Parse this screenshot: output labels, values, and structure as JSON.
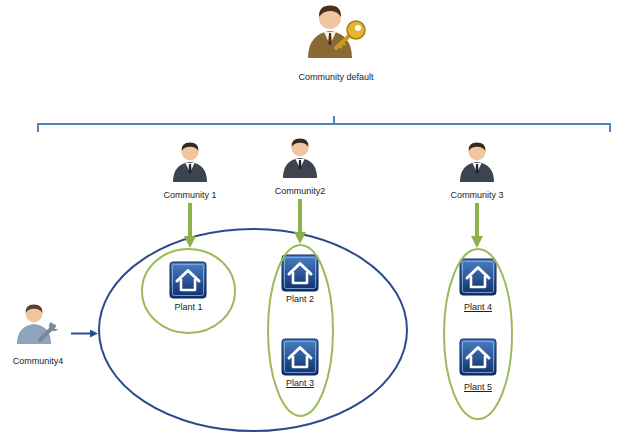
{
  "diagram": {
    "nodes": [
      {
        "text": [
          "Community default"
        ]
      },
      {
        "text": [
          "Community 1"
        ]
      },
      {
        "text": [
          "Community2"
        ]
      },
      {
        "text": [
          "Community 3"
        ]
      },
      {
        "text": []
      },
      {
        "text": [
          "Plant 1"
        ],
        "in": 4
      },
      {
        "text": [],
        "in": 4
      },
      {
        "text": [
          "Plant 2"
        ],
        "in": 6
      },
      {
        "text": [
          "Plant 3"
        ],
        "in": 6
      },
      {
        "text": []
      },
      {
        "text": [
          "Plant 4"
        ],
        "in": 9
      },
      {
        "text": [
          "Plant 5"
        ],
        "in": 9
      },
      {
        "text": [
          "Community4"
        ]
      }
    ],
    "edges": [
      {
        "from": 1,
        "to": 5,
        "arrow": "to"
      },
      {
        "from": 2,
        "to": 6,
        "arrow": "to"
      },
      {
        "from": 3,
        "to": 9,
        "arrow": "to"
      },
      {
        "from": 12,
        "to": 4,
        "arrow": "to"
      }
    ]
  }
}
